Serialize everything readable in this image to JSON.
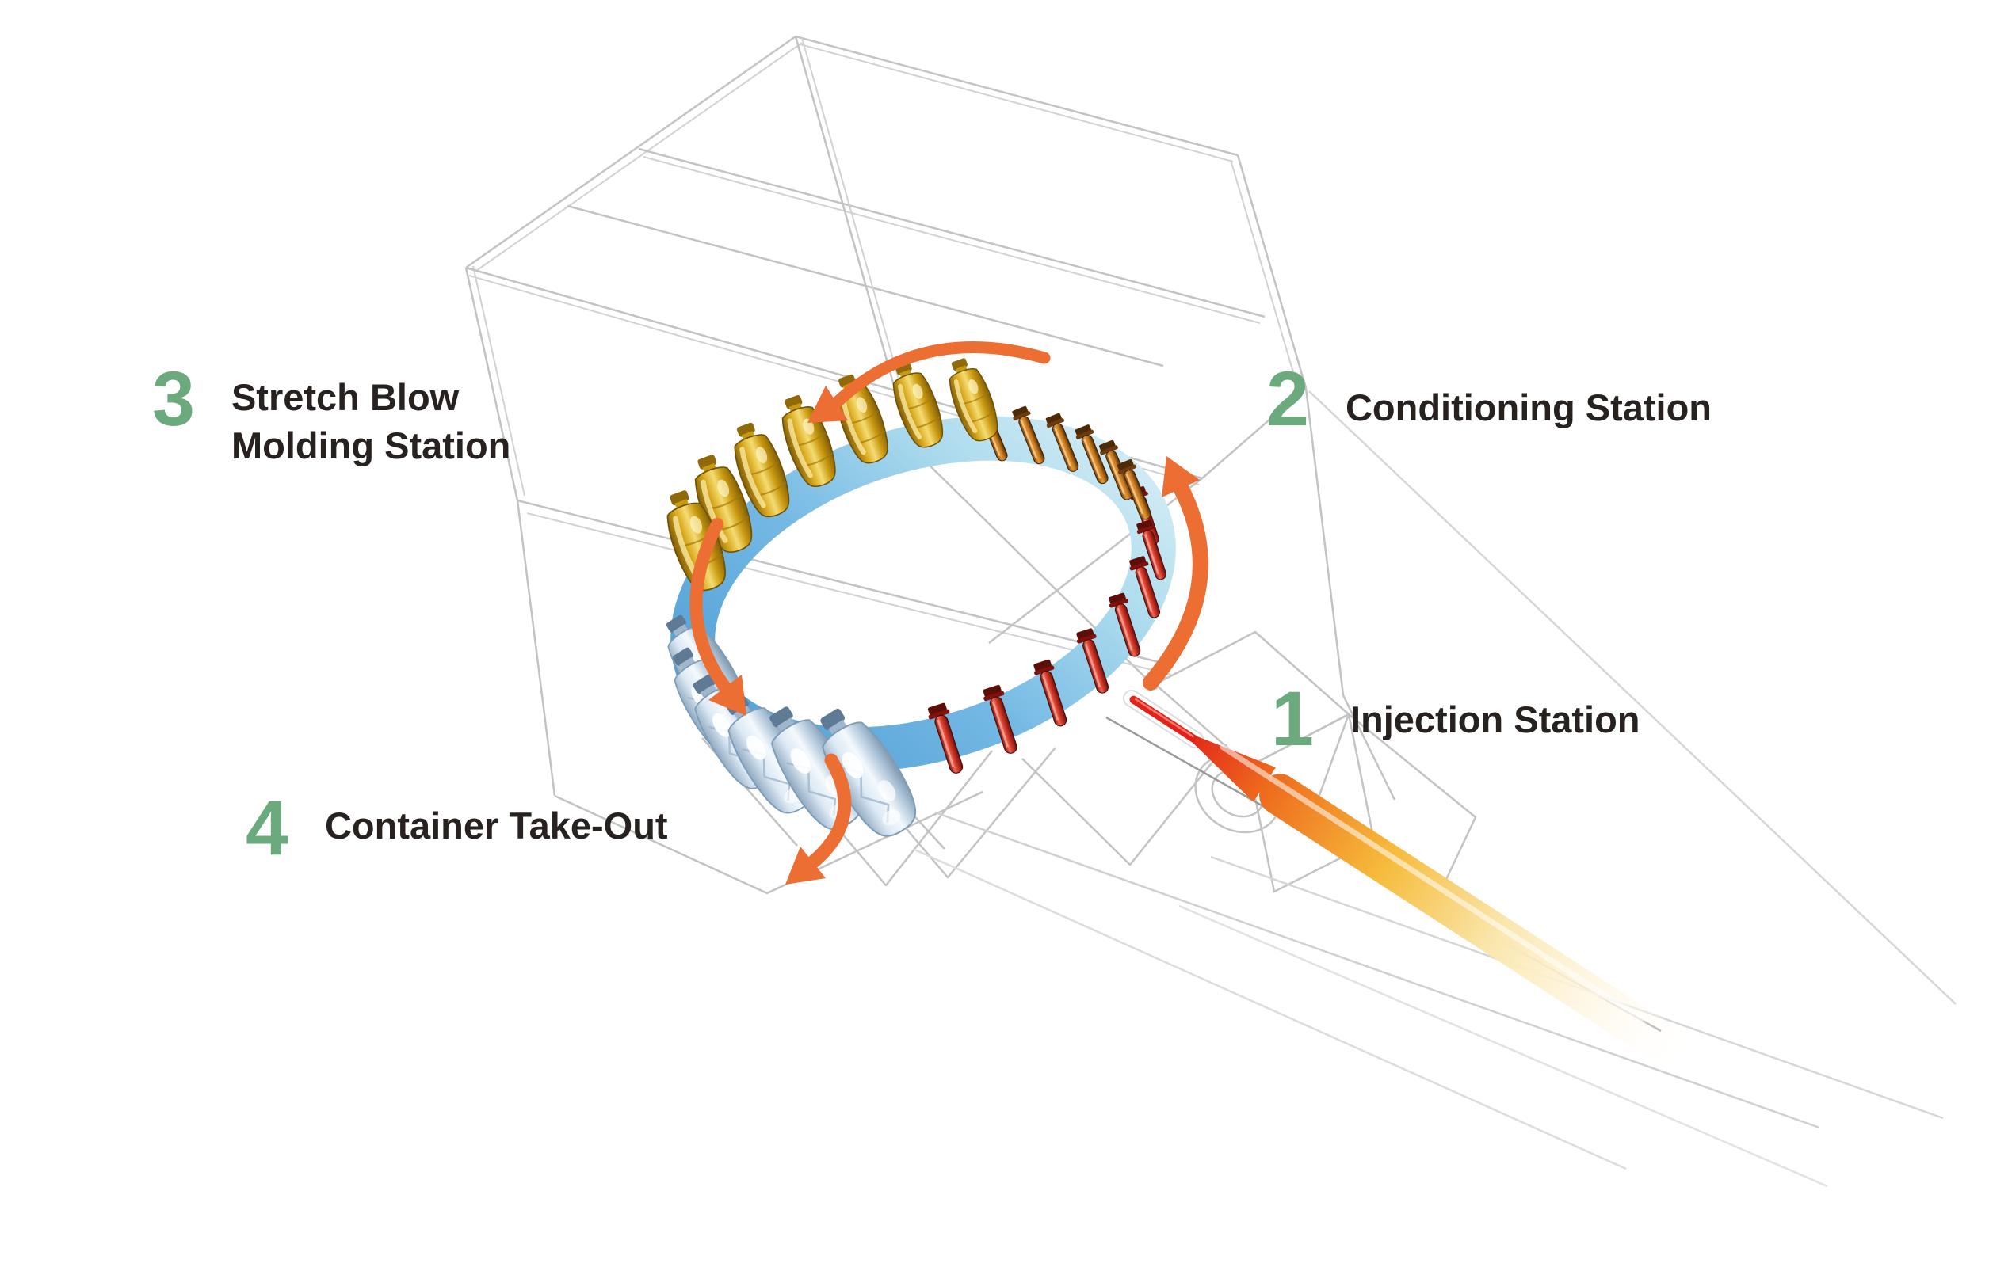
{
  "diagram": {
    "subject": "single-stage injection stretch blow molding machine rotary process",
    "background": "#ffffff"
  },
  "stations": [
    {
      "number": "1",
      "label": "Injection Station"
    },
    {
      "number": "2",
      "label": "Conditioning Station"
    },
    {
      "number": "3",
      "label_line1": "Stretch Blow",
      "label_line2": "Molding Station"
    },
    {
      "number": "4",
      "label": "Container Take-Out"
    }
  ],
  "ring": {
    "molded_bottle_count": 7,
    "takeout_bottle_count": 6,
    "conditioning_preform_count": 6,
    "hot_preform_count": 8,
    "rotation_arrow_count": 4
  },
  "colors": {
    "station_number_green": "#6BAA7D",
    "label_text": "#272220",
    "arrow_orange": "#EC6E33",
    "ring_blue_dark": "#4D9BD3",
    "ring_blue_light": "#DCF0F6",
    "bottle_gold": "#D9A91D",
    "bottle_clear": "#DCE9F4",
    "preform_amber": "#E59A3A",
    "preform_red": "#D63A2A",
    "barrel_hot_red": "#E2231A",
    "barrel_warm_yellow": "#F6BC3C",
    "wireframe_gray": "#C3C3C3"
  }
}
